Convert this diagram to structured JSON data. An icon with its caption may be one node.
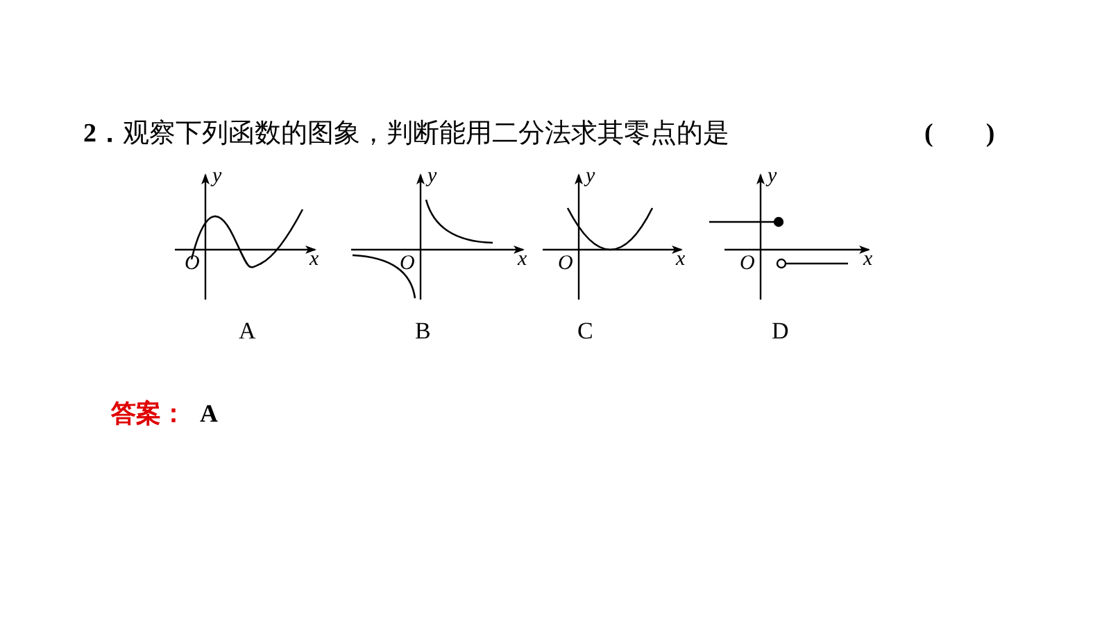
{
  "diagram": {
    "labels": [
      "**2．**观察下列函数的图象，判断能用二分法求其零点的是",
      "(　　)",
      "y",
      "O",
      "x",
      "y",
      "O",
      "x",
      "y",
      "O",
      "x",
      "y",
      "O",
      "x",
      "A",
      "B",
      "C",
      "D",
      "答案：",
      "A"
    ]
  }
}
